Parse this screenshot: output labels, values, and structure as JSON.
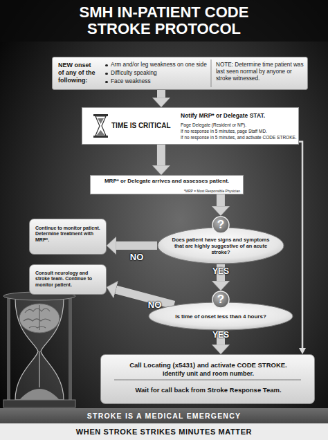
{
  "diagram": {
    "title": "SMH IN-PATIENT CODE STROKE PROTOCOL",
    "caption": "WHEN STROKE STRIKES MINUTES MATTER",
    "nodes": [
      {
        "text": [
          "NEW onset of any of the following:",
          "Arm and/or leg weakness on one side",
          "Difficulty speaking",
          "Face weakness",
          "NOTE: Determine time patient was last seen normal by anyone or stroke witnessed."
        ]
      },
      {
        "text": [
          "TIME IS CRITICAL",
          "Notify MRP* or Delegate STAT.",
          "Page Delegate (Resident or NP).",
          "If no response in 5 minutes, page Staff MD.",
          "If no response in 5 minutes, and activate CODE STROKE."
        ]
      },
      {
        "text": [
          "MRP* or Delegate arrives and assesses patient.",
          "*MRP = Most Responsible Physician"
        ]
      },
      {
        "text": [
          "?"
        ]
      },
      {
        "text": [
          "Does patient have signs and symptoms that are highly suggestive of an acute stroke?"
        ]
      },
      {
        "text": [
          "Continue to monitor patient. Determine treatment with MRP*."
        ]
      },
      {
        "text": [
          "?"
        ]
      },
      {
        "text": [
          "Is time of onset less than 4 hours?"
        ]
      },
      {
        "text": [
          "Consult neurology and stroke team. Continue to monitor patient."
        ]
      },
      {
        "text": [
          "Call Locating (x5431) and activate CODE STROKE.",
          "Identify unit and room number.",
          "Wait for call back from Stroke Response Team."
        ]
      },
      {
        "text": [
          "STROKE IS A MEDICAL EMERGENCY"
        ]
      }
    ],
    "edges": [
      {
        "from": 0,
        "to": 1,
        "arrow": "to"
      },
      {
        "from": 1,
        "to": 2,
        "arrow": "to"
      },
      {
        "from": 2,
        "to": 3,
        "arrow": "to"
      },
      {
        "from": 4,
        "to": 5,
        "label": "NO",
        "arrow": "to"
      },
      {
        "from": 4,
        "to": 6,
        "label": "YES",
        "arrow": "to"
      },
      {
        "from": 7,
        "to": 8,
        "label": "NO",
        "arrow": "to"
      },
      {
        "from": 7,
        "to": 9,
        "label": "YES",
        "arrow": "to"
      },
      {
        "from": 1,
        "to": 9,
        "arrow": "to"
      }
    ]
  }
}
